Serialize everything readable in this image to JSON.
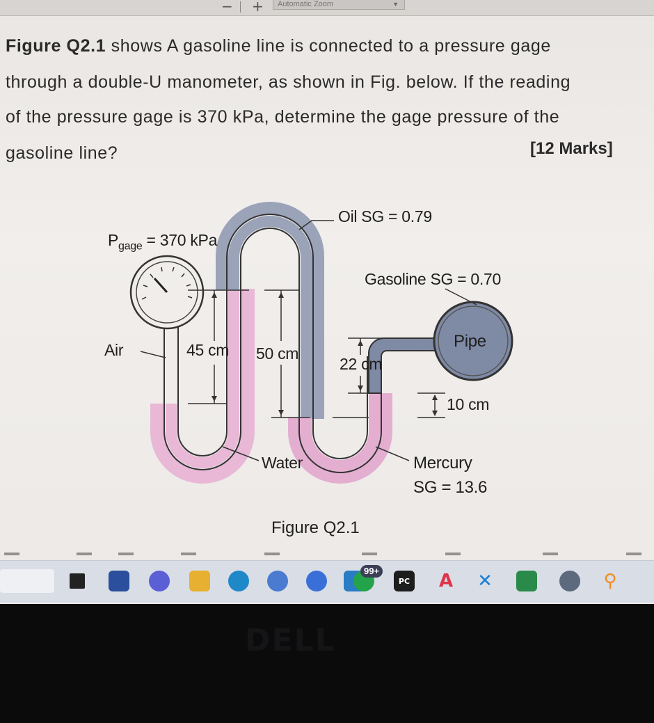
{
  "toolbar": {
    "zoom_out": "−",
    "zoom_in": "+",
    "zoom_value": "Automatic Zoom"
  },
  "question": {
    "bold_prefix": "Figure Q2.1",
    "line1_rest": " shows A gasoline line is connected to a pressure gage",
    "line2": "through a double-U manometer, as shown in Fig. below. If the reading",
    "line3": "of the pressure gage is 370 kPa, determine the gage pressure of the",
    "line4": "gasoline line?",
    "marks": "[12 Marks]"
  },
  "figure": {
    "p_label": "P",
    "p_sub": "gage",
    "p_value": "= 370 kPa",
    "oil": "Oil SG = 0.79",
    "gasoline": "Gasoline SG = 0.70",
    "air": "Air",
    "dim_45": "45 cm",
    "dim_50": "50 cm",
    "dim_22": "22 cm",
    "dim_10": "10 cm",
    "pipe": "Pipe",
    "water": "Water",
    "mercury": "Mercury",
    "mercury_sg": "SG = 13.6",
    "caption": "Figure Q2.1"
  },
  "taskbar": {
    "badge": "99+",
    "pc_label": "PC",
    "a_label": "A"
  },
  "bezel": {
    "logo": "DELL"
  },
  "colors": {
    "oil_fluid": "#9aa3b8",
    "gasoline_fluid": "#7f8aa5",
    "water_fluid": "#e8b8d6",
    "mercury_fluid": "#e3aed0",
    "tube_outline": "#3a3a3a"
  }
}
